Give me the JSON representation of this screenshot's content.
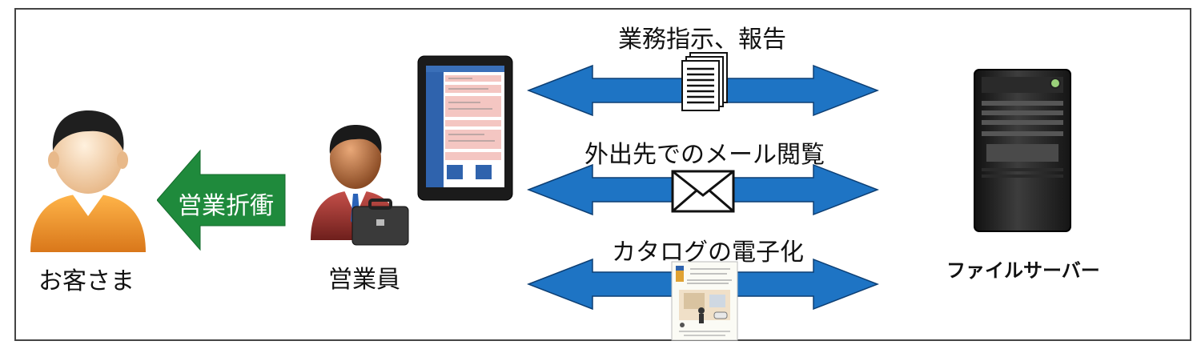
{
  "customer": {
    "label": "お客さま"
  },
  "salesperson": {
    "label": "営業員"
  },
  "negotiation_arrow": {
    "label": "営業折衝",
    "color": "#1f8a3c"
  },
  "server": {
    "label": "ファイルサーバー"
  },
  "flows": [
    {
      "label": "業務指示、報告",
      "icon": "document-stack-icon"
    },
    {
      "label": "外出先でのメール閲覧",
      "icon": "envelope-icon"
    },
    {
      "label": "カタログの電子化",
      "icon": "catalog-page-icon"
    }
  ],
  "colors": {
    "flow_arrow": "#1e74c4",
    "customer_shirt": "#f39a2b",
    "server_body": "#2a2a2a"
  }
}
